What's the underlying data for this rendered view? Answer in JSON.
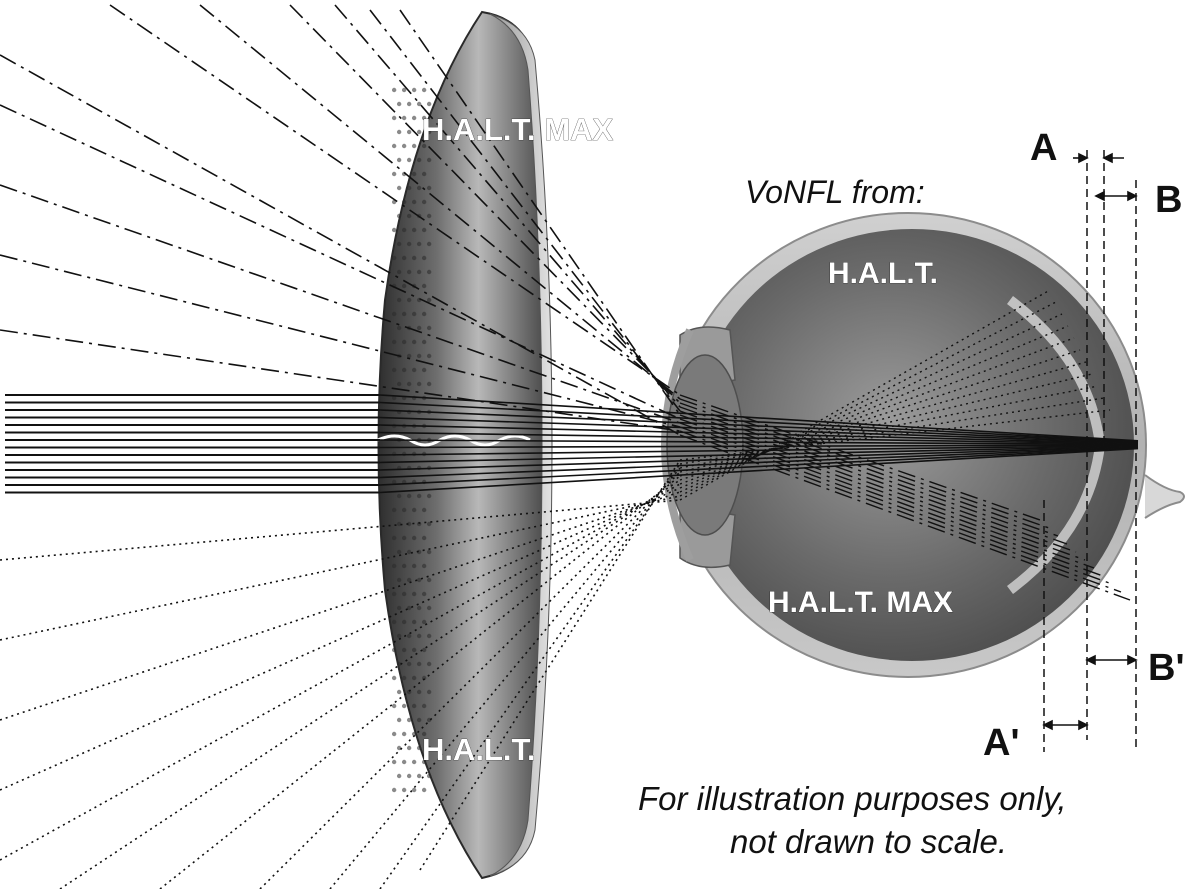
{
  "labels": {
    "lens_top": "H.A.L.T. MAX",
    "lens_bottom": "H.A.L.T.",
    "vonfl_heading": "VoNFL from:",
    "eye_top": "H.A.L.T.",
    "eye_bottom": "H.A.L.T. MAX",
    "marker_a": "A",
    "marker_b": "B",
    "marker_a_prime": "A'",
    "marker_b_prime": "B'",
    "disclaimer_line1": "For illustration purposes only,",
    "disclaimer_line2": "not drawn to scale."
  },
  "colors": {
    "background": "#ffffff",
    "ray": "#111111",
    "lens_dark": "#3d3d3d",
    "lens_mid": "#8a8a8a",
    "lens_light": "#d6d6d6",
    "eye_shell": "#c4c4c4",
    "eye_inner": "#6b6b6b",
    "label_white": "#ffffff",
    "label_black": "#111111"
  },
  "legend_meaning": {
    "dashdot_rays": "H.A.L.T. MAX",
    "dotted_rays": "H.A.L.T.",
    "solid_rays": "central"
  }
}
